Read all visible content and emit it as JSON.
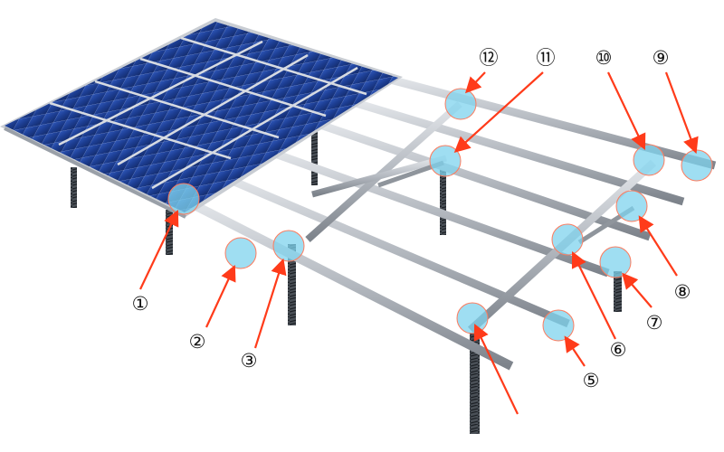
{
  "diagram": {
    "callouts": [
      {
        "label": "①"
      },
      {
        "label": "②"
      },
      {
        "label": "③"
      },
      {
        "label": "⑤"
      },
      {
        "label": "⑥"
      },
      {
        "label": "⑦"
      },
      {
        "label": "⑧"
      },
      {
        "label": "⑨"
      },
      {
        "label": "⑩"
      },
      {
        "label": "⑪"
      },
      {
        "label": "⑫"
      }
    ],
    "colors": {
      "panel": "#1f3e8c",
      "panel_frame": "#c9cdd3",
      "rail": "#b7bcc3",
      "rail_shadow": "#7f858d",
      "pile": "#3a3f45",
      "highlight": "#7fd3ee",
      "arrow": "#ff3b1a"
    },
    "icons": [
      "solar-panel-array",
      "mounting-rail",
      "ground-screw-pile"
    ]
  }
}
